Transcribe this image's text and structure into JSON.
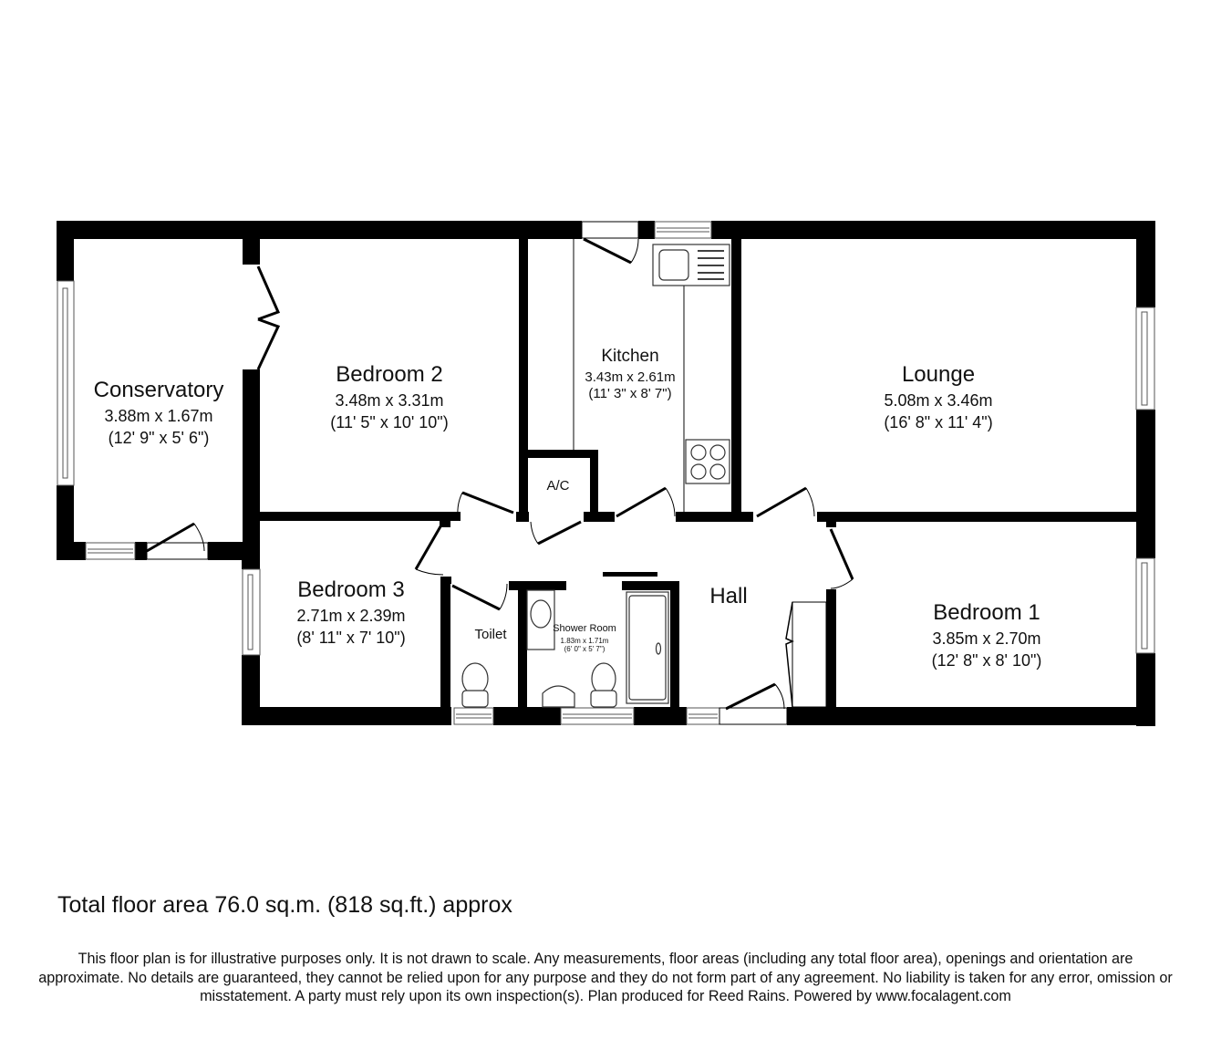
{
  "floor_plan": {
    "rooms": [
      {
        "id": "conservatory",
        "name": "Conservatory",
        "metric": "3.88m x 1.67m",
        "imperial": "(12' 9\" x 5' 6\")"
      },
      {
        "id": "bedroom2",
        "name": "Bedroom 2",
        "metric": "3.48m x 3.31m",
        "imperial": "(11' 5\" x 10' 10\")"
      },
      {
        "id": "kitchen",
        "name": "Kitchen",
        "metric": "3.43m x 2.61m",
        "imperial": "(11' 3\" x 8' 7\")"
      },
      {
        "id": "lounge",
        "name": "Lounge",
        "metric": "5.08m x 3.46m",
        "imperial": "(16' 8\" x 11' 4\")"
      },
      {
        "id": "bedroom3",
        "name": "Bedroom 3",
        "metric": "2.71m x 2.39m",
        "imperial": "(8' 11\" x 7' 10\")"
      },
      {
        "id": "toilet",
        "name": "Toilet"
      },
      {
        "id": "shower",
        "name": "Shower Room",
        "metric": "1.83m x 1.71m",
        "imperial": "(6' 0\" x 5' 7\")"
      },
      {
        "id": "hall",
        "name": "Hall"
      },
      {
        "id": "bedroom1",
        "name": "Bedroom 1",
        "metric": "3.85m x 2.70m",
        "imperial": "(12' 8\" x 8' 10\")"
      },
      {
        "id": "ac",
        "name": "A/C"
      }
    ],
    "colors": {
      "wall": "#000000",
      "background": "#ffffff",
      "fixture_stroke": "#333333",
      "window_stroke": "#555555"
    }
  },
  "footer": {
    "total_area": "Total floor area 76.0 sq.m. (818 sq.ft.) approx",
    "disclaimer": "This floor plan is for illustrative purposes only. It is not drawn to scale. Any measurements, floor areas (including any total floor area), openings and orientation are approximate. No details are guaranteed, they cannot be relied upon for any purpose and they do not form part of any agreement. No liability is taken for any error, omission or misstatement. A party must rely upon its own inspection(s). Plan produced for Reed Rains. Powered by www.focalagent.com"
  }
}
